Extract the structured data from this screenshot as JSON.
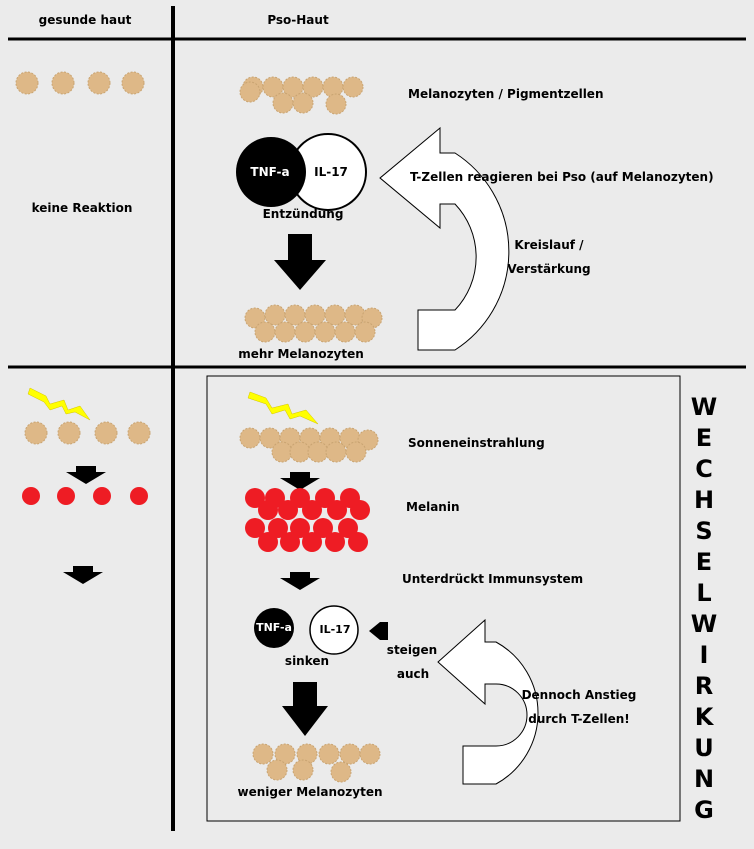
{
  "header": {
    "left": "gesunde haut",
    "right": "Pso-Haut"
  },
  "top": {
    "melanocytes_label": "Melanozyten / Pigmentzellen",
    "tnf": "TNF-a",
    "il17": "IL-17",
    "inflammation": "Entzündung",
    "t_cells": "T-Zellen reagieren bei Pso (auf Melanozyten)",
    "cycle_line1": "Kreislauf /",
    "cycle_line2": "Verstärkung",
    "more_melanocytes": "mehr Melanozyten",
    "no_reaction": "keine Reaktion"
  },
  "bottom": {
    "sun": "Sonneneinstrahlung",
    "melanin": "Melanin",
    "suppress": "Unterdrückt Immunsystem",
    "tnf": "TNF-a",
    "il17": "IL-17",
    "sinken": "sinken",
    "steigen": "steigen",
    "auch": "auch",
    "increase_line1": "Dennoch Anstieg",
    "increase_line2": "durch T-Zellen!",
    "fewer_melanocytes": "weniger Melanozyten"
  },
  "side_word": [
    "W",
    "E",
    "C",
    "H",
    "S",
    "E",
    "L",
    "W",
    "I",
    "R",
    "K",
    "U",
    "N",
    "G"
  ],
  "colors": {
    "background": "#ebebeb",
    "melanocyte": "#deb887",
    "melanin": "#ee1c24",
    "lightning": "#ffff00",
    "line": "#000000"
  }
}
